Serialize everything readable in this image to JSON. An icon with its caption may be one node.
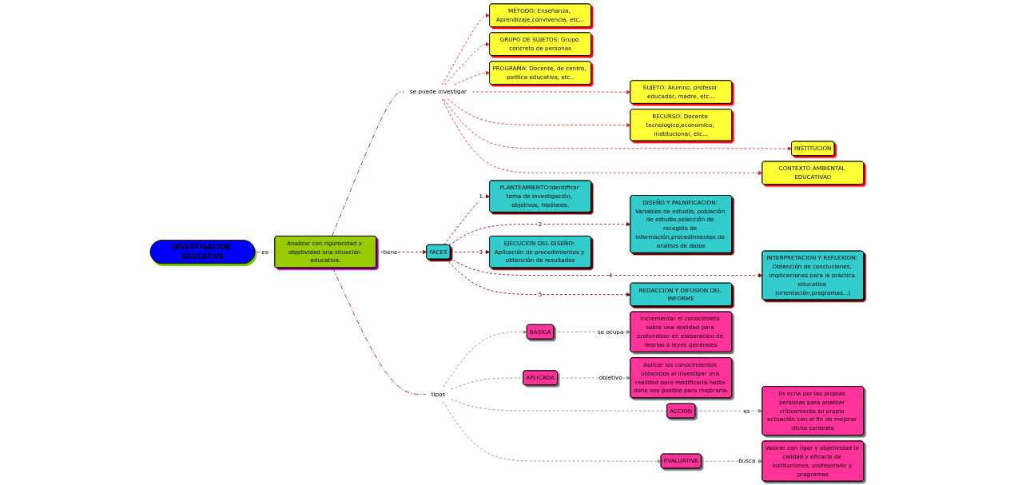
{
  "diagram": {
    "nodes": [
      {
        "text": [
          "INVESTIGACION EDUCATIVA"
        ]
      },
      {
        "text": [
          "MÉTODO: Enseñanza, Aprendizaje,convivencia, etc..."
        ]
      },
      {
        "text": [
          "GRUPO DE SUJETOS: Grupo concreto de personas"
        ]
      },
      {
        "text": [
          "PROGRAMA: Docente, de centro, politica educativa, etc.."
        ]
      },
      {
        "text": [
          "SUJETO: Alumno, profesor educador, madre, etc..."
        ]
      },
      {
        "text": [
          "RECURSO: Docente tecnologico,economico, indtitucional, etc..."
        ]
      },
      {
        "text": [
          "se puede investigar"
        ]
      },
      {
        "text": [
          "INSTITUCION"
        ]
      },
      {
        "text": [
          "CONTEXTO AMBIENTAL EDUCATIVAO"
        ]
      },
      {
        "text": [
          "Analizar con rigurocidad y objetividad una situación educativa."
        ]
      },
      {
        "text": [
          "DISEÑO Y PALNIFICACION: Variables de estudio, población de estudio,selección de recogida de información,procedimientos de análisis de datos"
        ]
      },
      {
        "text": [
          "PLANTEAMIENTO:Identificar tema de investigación, objetivos, hipótesis."
        ]
      },
      {
        "text": [
          "EJECUCION DEL DISEÑO: Aplicación de procedimientos y obtención de resultados"
        ]
      },
      {
        "text": [
          "FACES"
        ]
      },
      {
        "text": [
          "INTERPRETACION Y REFLEXION: Obtención de concluciones, implicaciones para la práctica educativa (orientación,programas...)"
        ]
      },
      {
        "text": [
          "REDACCION Y DIFUSION DEL INFORME"
        ]
      },
      {
        "text": [
          "tipos"
        ]
      },
      {
        "text": [
          "BASICA"
        ]
      },
      {
        "text": [
          "APLICADA"
        ]
      },
      {
        "text": [
          "ACCION"
        ]
      },
      {
        "text": [
          "EVALUATIVA"
        ]
      },
      {
        "text": [
          "Incrementar el conocimieto sobre una realidad para profundizar en elaboracion de teorias o leyes generales"
        ]
      },
      {
        "text": [
          "Aplicar los conocimientos obtenidos al investigar una realidad para modificarla hasta done sea posible para mejorarla."
        ]
      },
      {
        "text": [
          "Es echa por las propias personas para analizar críticamente su propia actuación con el fin de mejorar dicho contexto"
        ]
      },
      {
        "text": [
          "Valorar con rigor y objetividad la calidad y eficacia de instituciones, profesorado y programas"
        ]
      }
    ],
    "edges": [
      {
        "from": 0,
        "to": 9,
        "label": "es",
        "arrow": "none",
        "style": "dashed",
        "color": "#990099"
      },
      {
        "from": 9,
        "to": 6,
        "arrow": "none",
        "style": "dashed",
        "color": "#990099"
      },
      {
        "from": 9,
        "to": 13,
        "label": "tiene",
        "arrow": "to",
        "style": "dashed",
        "color": "#800000"
      },
      {
        "from": 9,
        "to": 16,
        "arrow": "none",
        "style": "dashed",
        "color": "#990099"
      },
      {
        "from": 6,
        "to": 1,
        "arrow": "to",
        "style": "dashed",
        "color": "#dd2222"
      },
      {
        "from": 6,
        "to": 2,
        "arrow": "to",
        "style": "dashed",
        "color": "#dd2222"
      },
      {
        "from": 6,
        "to": 3,
        "arrow": "to",
        "style": "dashed",
        "color": "#dd2222"
      },
      {
        "from": 6,
        "to": 4,
        "arrow": "to",
        "style": "dashed",
        "color": "#dd2222"
      },
      {
        "from": 6,
        "to": 5,
        "arrow": "to",
        "style": "dashed",
        "color": "#dd2222"
      },
      {
        "from": 6,
        "to": 7,
        "arrow": "to",
        "style": "dashed",
        "color": "#dd2222"
      },
      {
        "from": 6,
        "to": 8,
        "arrow": "to",
        "style": "dashed",
        "color": "#dd2222"
      },
      {
        "from": 13,
        "to": 11,
        "label": "1",
        "arrow": "to",
        "style": "dashed",
        "color": "#800000"
      },
      {
        "from": 13,
        "to": 10,
        "label": "2",
        "arrow": "to",
        "style": "dashed",
        "color": "#800000"
      },
      {
        "from": 13,
        "to": 12,
        "label": "3",
        "arrow": "to",
        "style": "dashed",
        "color": "#800000"
      },
      {
        "from": 13,
        "to": 14,
        "label": "4",
        "arrow": "to",
        "style": "dashed",
        "color": "#800000"
      },
      {
        "from": 13,
        "to": 15,
        "label": "5",
        "arrow": "to",
        "style": "dashed",
        "color": "#800000"
      },
      {
        "from": 16,
        "to": 17,
        "arrow": "to",
        "style": "dashed",
        "color": "#888888"
      },
      {
        "from": 16,
        "to": 18,
        "arrow": "none",
        "style": "dashed",
        "color": "#888888"
      },
      {
        "from": 16,
        "to": 19,
        "arrow": "none",
        "style": "dashed",
        "color": "#888888"
      },
      {
        "from": 16,
        "to": 20,
        "arrow": "to",
        "style": "dashed",
        "color": "#888888"
      },
      {
        "from": 17,
        "to": 21,
        "label": "se ocupa",
        "arrow": "to",
        "style": "dashed",
        "color": "#888888"
      },
      {
        "from": 18,
        "to": 22,
        "label": "objetivo",
        "arrow": "to",
        "style": "dashed",
        "color": "#888888"
      },
      {
        "from": 19,
        "to": 23,
        "label": "es",
        "arrow": "to",
        "style": "dashed",
        "color": "#888888"
      },
      {
        "from": 20,
        "to": 24,
        "label": "busca",
        "arrow": "to",
        "style": "dashed",
        "color": "#888888"
      }
    ]
  }
}
